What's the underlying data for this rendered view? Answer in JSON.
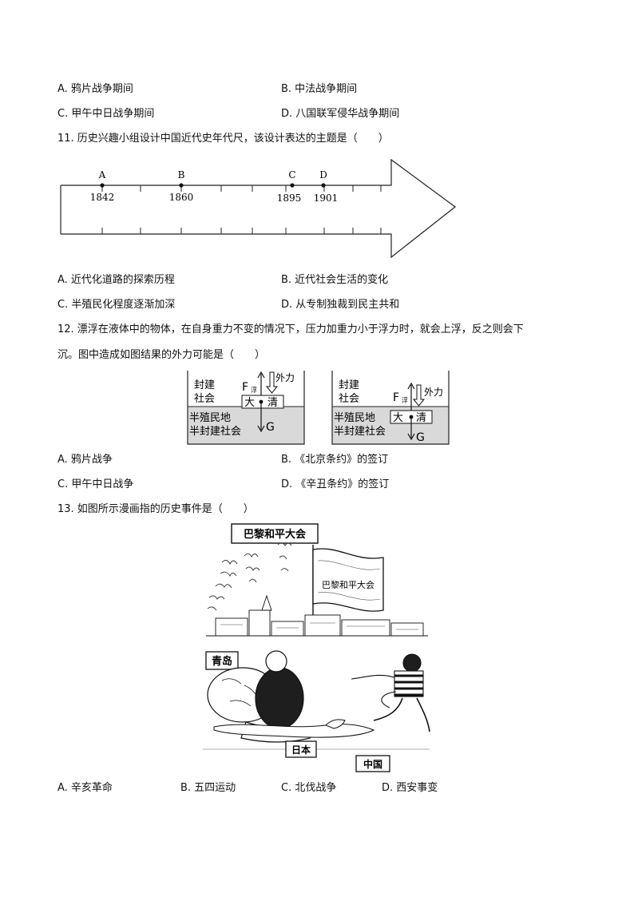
{
  "q10": {
    "options": {
      "a": "A. 鸦片战争期间",
      "b": "B. 中法战争期间",
      "c": "C. 甲午中日战争期间",
      "d": "D. 八国联军侵华战争期间"
    }
  },
  "q11": {
    "stem": "11. 历史兴趣小组设计中国近代史年代尺，该设计表达的主题是（　　）",
    "timeline": {
      "points": [
        {
          "letter": "A",
          "year": "1842"
        },
        {
          "letter": "B",
          "year": "1860"
        },
        {
          "letter": "C",
          "year": "1895"
        },
        {
          "letter": "D",
          "year": "1901"
        }
      ]
    },
    "options": {
      "a": "A. 近代化道路的探索历程",
      "b": "B. 近代社会生活的变化",
      "c": "C. 半殖民化程度逐渐加深",
      "d": "D. 从专制独裁到民主共和"
    }
  },
  "q12": {
    "stem_line1": "12. 漂浮在液体中的物体，在自身重力不变的情况下，压力加重力小于浮力时，就会上浮，反之则会下",
    "stem_line2": "沉。图中造成如图结果的外力可能是（　　）",
    "diagram": {
      "upper_label_1": "封建",
      "upper_label_2": "社会",
      "lower_label_1": "半殖民地",
      "lower_label_2": "半封建社会",
      "buoyancy": "F",
      "buoyancy_sub": "浮",
      "external_force": "外力",
      "gravity": "G",
      "block_left": "大",
      "block_right": "清"
    },
    "options": {
      "a": "A. 鸦片战争",
      "b": "B. 《北京条约》的签订",
      "c": "C. 甲午中日战争",
      "d": "D. 《辛丑条约》的签订"
    }
  },
  "q13": {
    "stem": "13. 如图所示漫画指的历史事件是（　　）",
    "cartoon": {
      "banner": "巴黎和平大会",
      "flag": "巴黎和平大会",
      "label_qingdao": "青岛",
      "label_japan": "日本",
      "label_china": "中国"
    },
    "options": {
      "a": "A. 辛亥革命",
      "b": "B. 五四运动",
      "c": "C. 北伐战争",
      "d": "D. 西安事变"
    }
  }
}
